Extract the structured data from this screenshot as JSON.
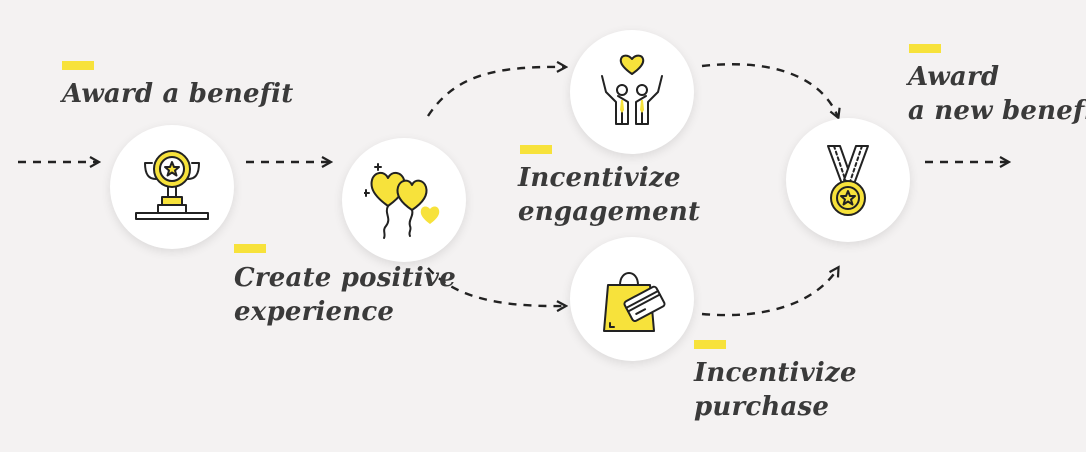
{
  "colors": {
    "accent": "#f7e23b",
    "ink": "#222222",
    "text": "#3a3a3a",
    "background": "#f4f2f2"
  },
  "nodes": [
    {
      "id": "award",
      "icon": "trophy-icon"
    },
    {
      "id": "experience",
      "icon": "heart-balloons-icon"
    },
    {
      "id": "engagement",
      "icon": "celebrating-people-icon"
    },
    {
      "id": "purchase",
      "icon": "shopping-bag-card-icon"
    },
    {
      "id": "new-benefit",
      "icon": "medal-icon"
    }
  ],
  "labels": {
    "award_benefit": {
      "line1": "Award a benefit"
    },
    "create_experience": {
      "line1": "Create positive",
      "line2": "experience"
    },
    "incentivize_engagement": {
      "line1": "Incentivize",
      "line2": "engagement"
    },
    "incentivize_purchase": {
      "line1": "Incentivize",
      "line2": "purchase"
    },
    "award_new_benefit": {
      "line1": "Award",
      "line2": "a new benefit"
    }
  }
}
